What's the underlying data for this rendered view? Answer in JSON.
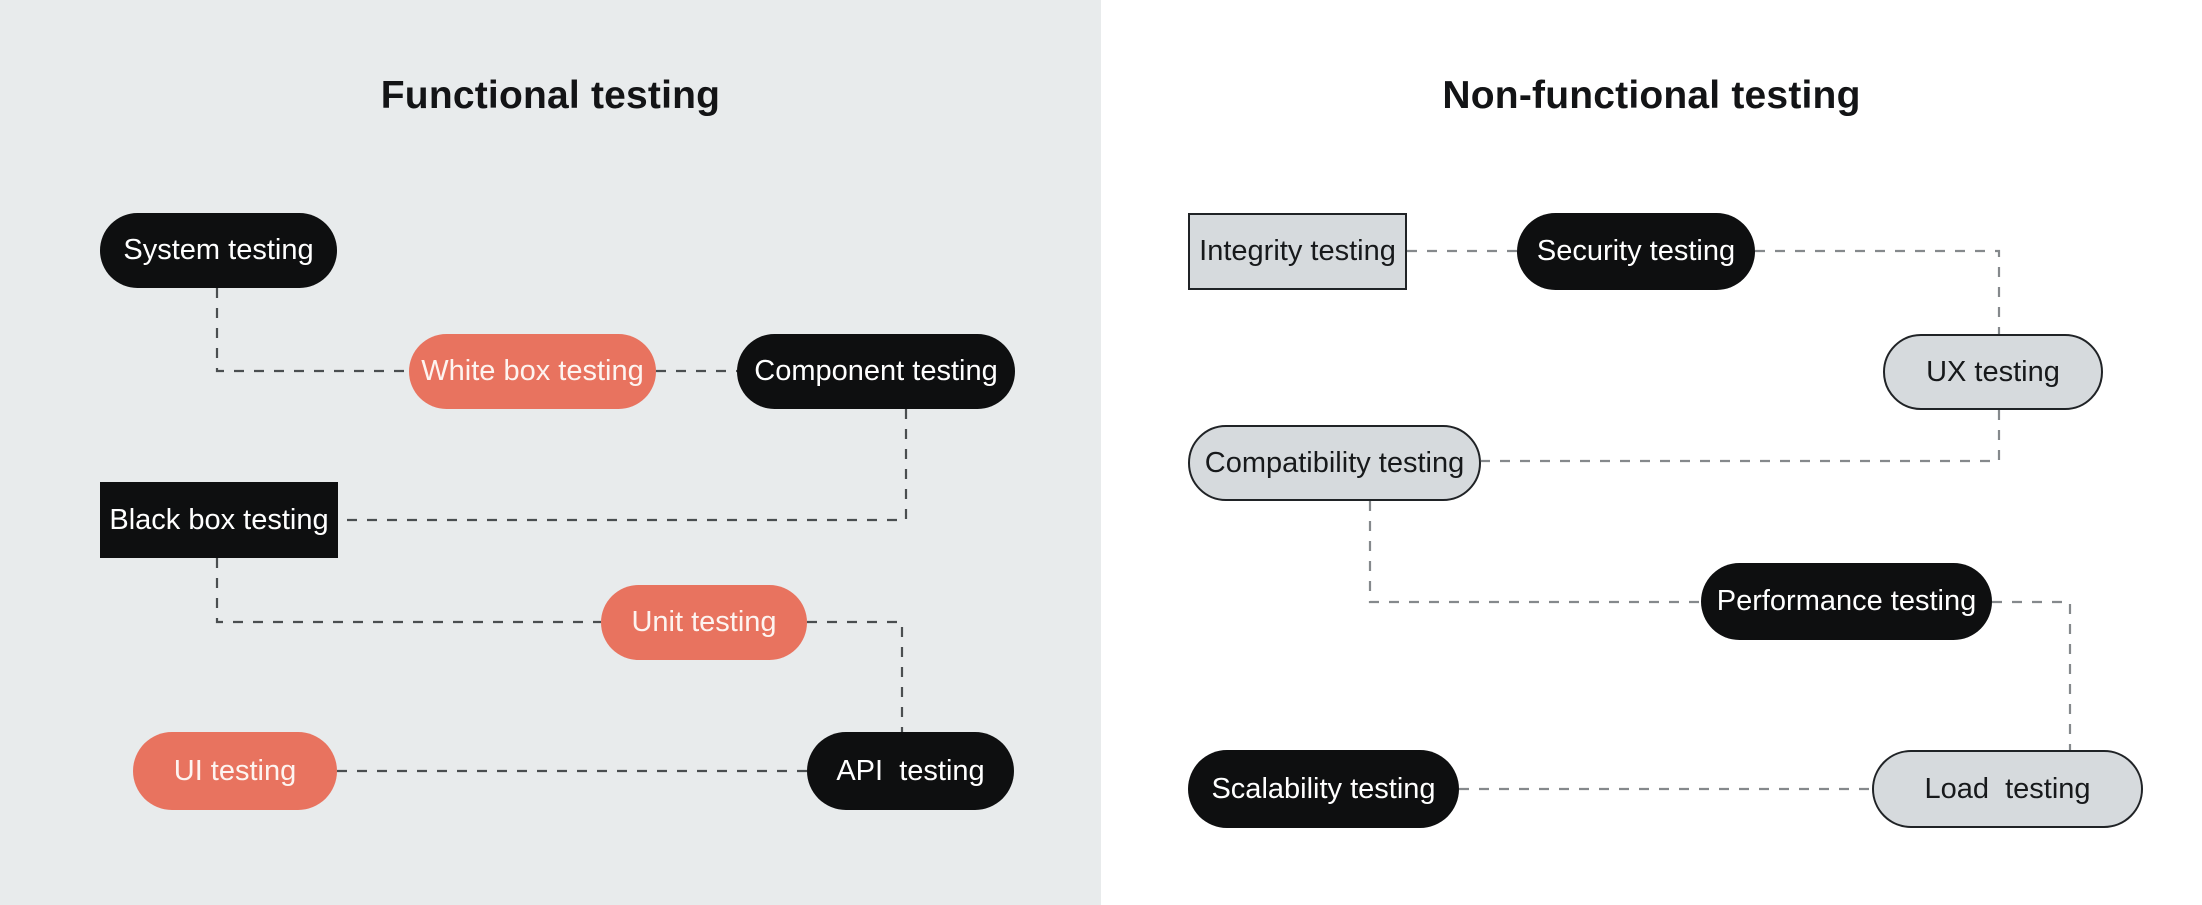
{
  "panels": [
    {
      "title": "Functional testing",
      "nodes": [
        {
          "label": "System testing",
          "variant": "black",
          "shape": "pill"
        },
        {
          "label": "White box testing",
          "variant": "salmon",
          "shape": "pill"
        },
        {
          "label": "Component testing",
          "variant": "black",
          "shape": "pill"
        },
        {
          "label": "Black box testing",
          "variant": "black",
          "shape": "rect"
        },
        {
          "label": "Unit testing",
          "variant": "salmon",
          "shape": "pill"
        },
        {
          "label": "UI testing",
          "variant": "salmon",
          "shape": "pill"
        },
        {
          "label": "API  testing",
          "variant": "black",
          "shape": "pill"
        }
      ],
      "edges": [
        {
          "from": "System testing",
          "to": "White box testing"
        },
        {
          "from": "White box testing",
          "to": "Component testing"
        },
        {
          "from": "Component testing",
          "to": "Black box testing"
        },
        {
          "from": "Black box testing",
          "to": "Unit testing"
        },
        {
          "from": "Unit testing",
          "to": "API  testing"
        },
        {
          "from": "UI testing",
          "to": "API  testing"
        }
      ]
    },
    {
      "title": "Non-functional testing",
      "nodes": [
        {
          "label": "Integrity testing",
          "variant": "gray-outline",
          "shape": "rect"
        },
        {
          "label": "Security testing",
          "variant": "black",
          "shape": "pill"
        },
        {
          "label": "UX testing",
          "variant": "gray-outline",
          "shape": "pill"
        },
        {
          "label": "Compatibility testing",
          "variant": "gray-outline",
          "shape": "pill"
        },
        {
          "label": "Performance testing",
          "variant": "black",
          "shape": "pill"
        },
        {
          "label": "Scalability testing",
          "variant": "black",
          "shape": "pill"
        },
        {
          "label": "Load  testing",
          "variant": "gray-outline",
          "shape": "pill"
        }
      ],
      "edges": [
        {
          "from": "Integrity testing",
          "to": "Security testing"
        },
        {
          "from": "Security testing",
          "to": "UX testing"
        },
        {
          "from": "UX testing",
          "to": "Compatibility testing"
        },
        {
          "from": "Compatibility testing",
          "to": "Performance testing"
        },
        {
          "from": "Performance testing",
          "to": "Load  testing"
        },
        {
          "from": "Scalability testing",
          "to": "Load  testing"
        }
      ]
    }
  ],
  "colors": {
    "panel_left_background": "#e8ebec",
    "panel_right_background": "#ffffff",
    "node_black": "#0e0f10",
    "node_salmon": "#e8735f",
    "node_gray_fill": "#d6dadd",
    "node_gray_border": "#202326",
    "connector_left": "#4a4e50",
    "connector_right": "#85898c",
    "text_light": "#ffffff",
    "text_dark": "#17191b",
    "title_color": "#131416"
  }
}
